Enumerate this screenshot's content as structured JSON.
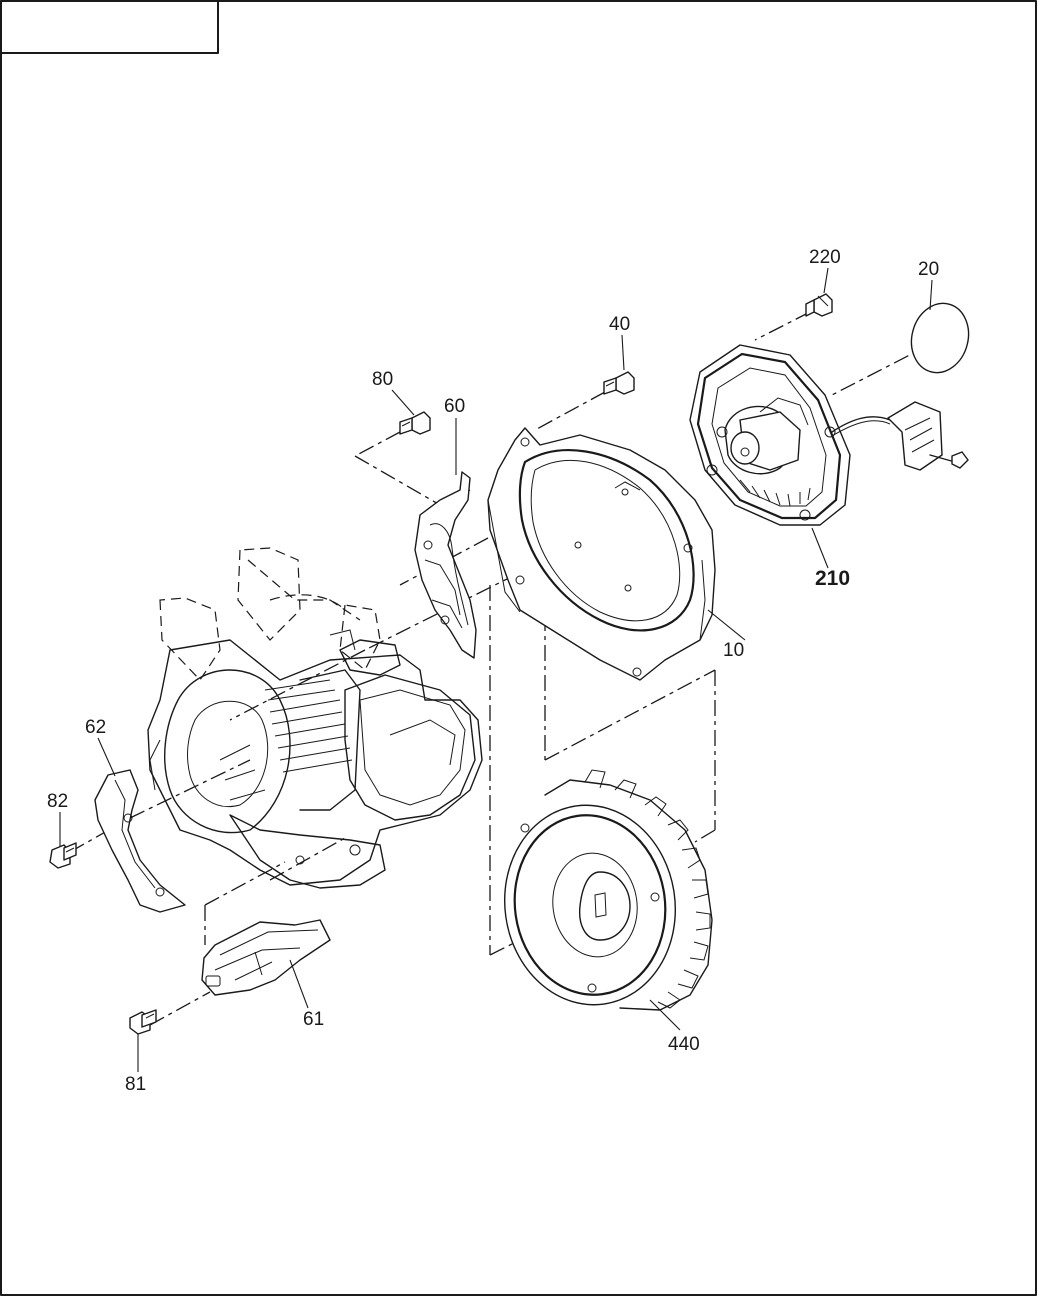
{
  "callouts": {
    "p220": "220",
    "p20": "20",
    "p40": "40",
    "p80": "80",
    "p60": "60",
    "p210": "210",
    "p10": "10",
    "p62": "62",
    "p82": "82",
    "p61": "61",
    "p81": "81",
    "p440": "440"
  },
  "colors": {
    "ink": "#1a1a1a",
    "paper": "#ffffff"
  }
}
